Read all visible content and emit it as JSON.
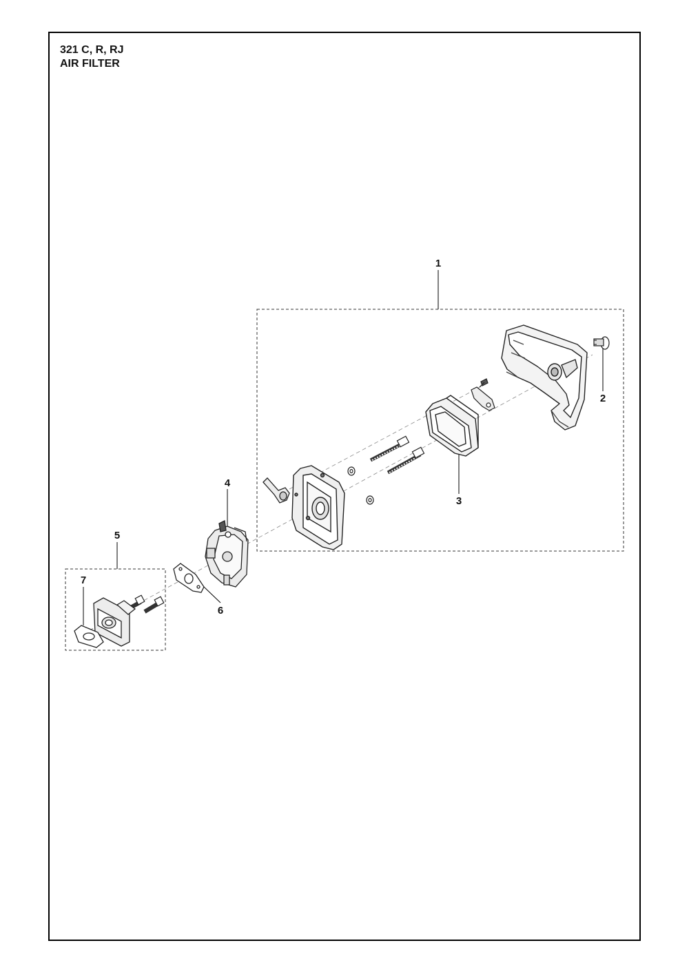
{
  "header": {
    "model": "321 C, R, RJ",
    "section": "AIR FILTER"
  },
  "callouts": [
    {
      "number": "1",
      "part": "air-filter-assembly"
    },
    {
      "number": "2",
      "part": "cover-knob"
    },
    {
      "number": "3",
      "part": "air-filter-element"
    },
    {
      "number": "4",
      "part": "carburetor"
    },
    {
      "number": "5",
      "part": "intake-kit"
    },
    {
      "number": "6",
      "part": "carburetor-gasket"
    },
    {
      "number": "7",
      "part": "intake-gasket"
    }
  ]
}
